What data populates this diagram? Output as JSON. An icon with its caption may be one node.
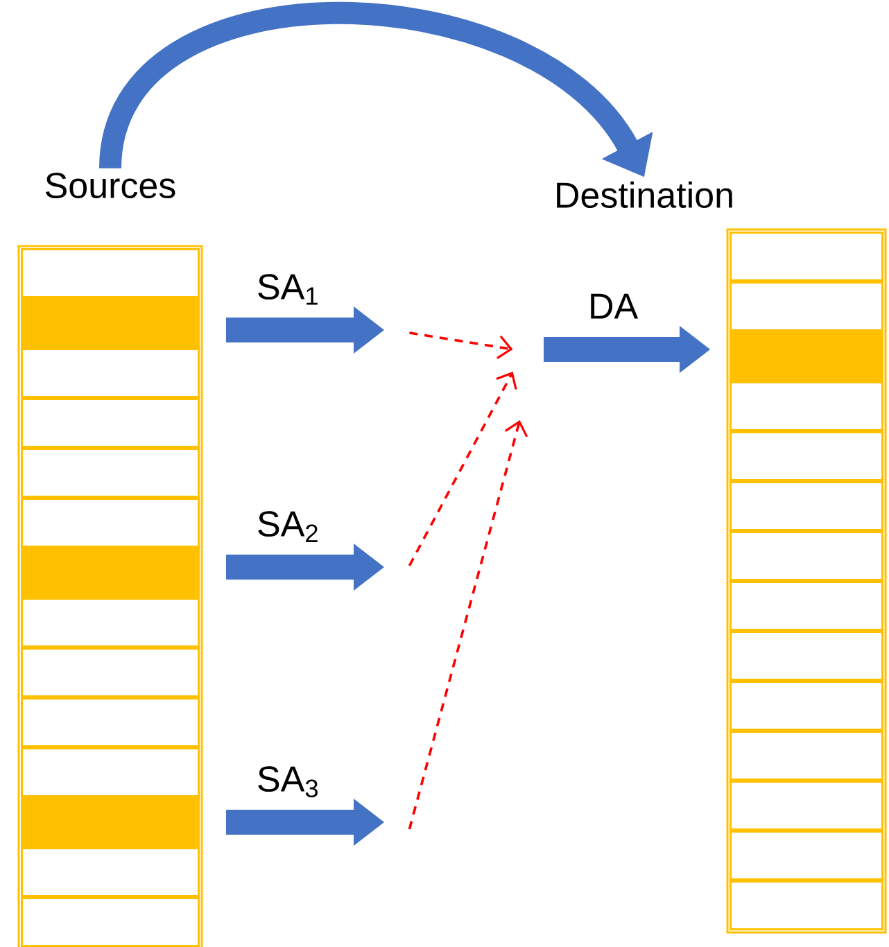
{
  "diagram": {
    "nodes": [
      {
        "text": [
          "Sources"
        ]
      },
      {
        "text": [],
        "shape": "box",
        "in": 0
      },
      {
        "text": [],
        "shape": "bar",
        "in": 0
      },
      {
        "text": [],
        "shape": "box",
        "in": 0
      },
      {
        "text": [],
        "shape": "box",
        "in": 0
      },
      {
        "text": [],
        "shape": "box",
        "in": 0
      },
      {
        "text": [],
        "shape": "box",
        "in": 0
      },
      {
        "text": [],
        "shape": "bar",
        "in": 0
      },
      {
        "text": [],
        "shape": "box",
        "in": 0
      },
      {
        "text": [],
        "shape": "box",
        "in": 0
      },
      {
        "text": [],
        "shape": "box",
        "in": 0
      },
      {
        "text": [],
        "shape": "box",
        "in": 0
      },
      {
        "text": [],
        "shape": "bar",
        "in": 0
      },
      {
        "text": [],
        "shape": "box",
        "in": 0
      },
      {
        "text": [],
        "shape": "box",
        "in": 0
      },
      {
        "text": [
          "SA$_{1}$"
        ]
      },
      {
        "text": [
          "SA$_{2}$"
        ]
      },
      {
        "text": [
          "SA$_{3}$"
        ]
      },
      {
        "text": [
          "DA"
        ]
      },
      {
        "text": [
          "Destination"
        ]
      },
      {
        "text": [],
        "shape": "box",
        "in": 19
      },
      {
        "text": [],
        "shape": "box",
        "in": 19
      },
      {
        "text": [],
        "shape": "bar",
        "in": 19
      },
      {
        "text": [],
        "shape": "box",
        "in": 19
      },
      {
        "text": [],
        "shape": "box",
        "in": 19
      },
      {
        "text": [],
        "shape": "box",
        "in": 19
      },
      {
        "text": [],
        "shape": "box",
        "in": 19
      },
      {
        "text": [],
        "shape": "box",
        "in": 19
      },
      {
        "text": [],
        "shape": "box",
        "in": 19
      },
      {
        "text": [],
        "shape": "box",
        "in": 19
      },
      {
        "text": [],
        "shape": "box",
        "in": 19
      },
      {
        "text": [],
        "shape": "box",
        "in": 19
      },
      {
        "text": [],
        "shape": "box",
        "in": 19
      },
      {
        "text": [],
        "shape": "box",
        "in": 19
      }
    ],
    "edges": [
      {
        "from": 0,
        "to": 19,
        "arrow": "to",
        "style": "thick",
        "color": "#4472c4"
      },
      {
        "from": 15,
        "to": 18,
        "arrow": "to",
        "style": "dashed",
        "color": "#ff0000"
      },
      {
        "from": 16,
        "to": 18,
        "arrow": "to",
        "style": "dashed",
        "color": "#ff0000"
      },
      {
        "from": 17,
        "to": 18,
        "arrow": "to",
        "style": "dashed",
        "color": "#ff0000"
      }
    ]
  }
}
